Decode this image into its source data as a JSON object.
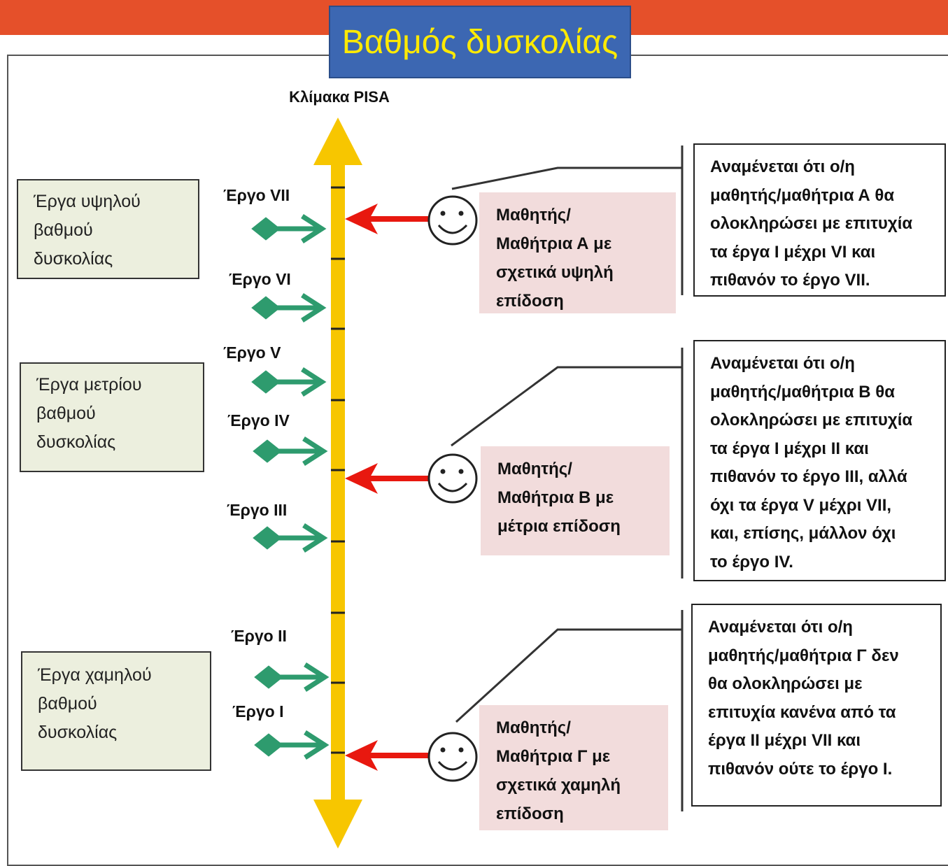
{
  "title": "Βαθμός δυσκολίας",
  "scale_label": "Κλίμακα PISA",
  "categories": [
    {
      "lines": [
        "Έργα υψηλού",
        "βαθμού",
        "δυσκολίας"
      ]
    },
    {
      "lines": [
        "Έργα μετρίου",
        "βαθμού",
        "δυσκολίας"
      ]
    },
    {
      "lines": [
        "Έργα χαμηλού",
        "βαθμού",
        "δυσκολίας"
      ]
    }
  ],
  "tasks": [
    "Έργο VII",
    "Έργο VI",
    "Έργο V",
    "Έργο IV",
    "Έργο III",
    "Έργο II",
    "Έργο I"
  ],
  "students": [
    {
      "lines": [
        "Μαθητής/",
        "Μαθήτρια Α με",
        "σχετικά υψηλή",
        "επίδοση"
      ]
    },
    {
      "lines": [
        "Μαθητής/",
        "Μαθήτρια Β με",
        "μέτρια επίδοση"
      ]
    },
    {
      "lines": [
        "Μαθητής/",
        "Μαθήτρια Γ με",
        "σχετικά χαμηλή",
        "επίδοση"
      ]
    }
  ],
  "descriptions": [
    {
      "lines": [
        "Αναμένεται ότι ο/η",
        "μαθητής/μαθήτρια Α θα",
        "ολοκληρώσει με επιτυχία",
        "τα έργα Ι μέχρι VI και",
        "πιθανόν το έργο VII."
      ]
    },
    {
      "lines": [
        "Αναμένεται ότι ο/η",
        "μαθητής/μαθήτρια Β θα",
        "ολοκληρώσει με επιτυχία",
        "τα έργα Ι μέχρι ΙΙ και",
        "πιθανόν το έργο ΙΙΙ, αλλά",
        "όχι τα έργα V μέχρι VII,",
        "και, επίσης, μάλλον όχι",
        "το έργο IV."
      ]
    },
    {
      "lines": [
        "Αναμένεται ότι ο/η",
        "μαθητής/μαθήτρια Γ δεν",
        "θα ολοκληρώσει με",
        "επιτυχία κανένα από τα",
        "έργα ΙΙ μέχρι VII και",
        "πιθανόν ούτε το έργο Ι."
      ]
    }
  ],
  "colors": {
    "top_bar": "#e5502a",
    "title_bg": "#3c67b2",
    "title_text": "#ffea00",
    "scale_axis": "#f7c600",
    "task_arrow": "#2e9b6e",
    "student_arrow": "#e8180f",
    "category_bg": "#ecefde",
    "student_bg": "#f2dcdc"
  }
}
